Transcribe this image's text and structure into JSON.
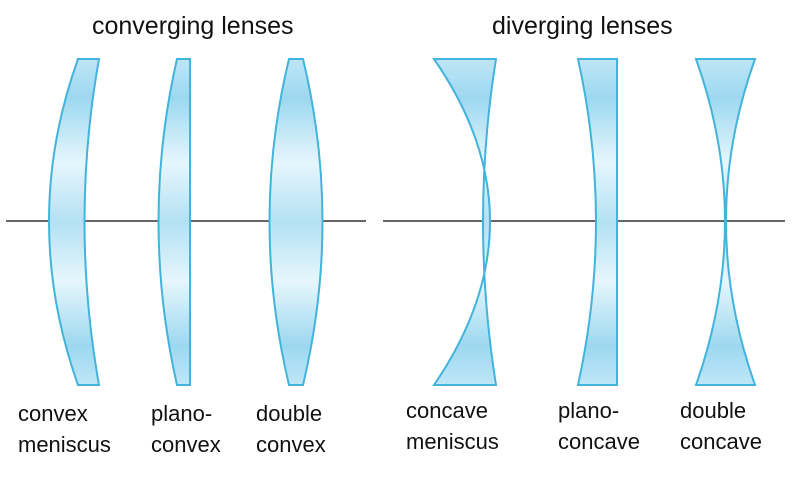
{
  "headings": {
    "converging": "converging lenses",
    "diverging": "diverging lenses"
  },
  "lenses": [
    {
      "line1": "convex",
      "line2": "meniscus"
    },
    {
      "line1": "plano-",
      "line2": "convex"
    },
    {
      "line1": "double",
      "line2": "convex"
    },
    {
      "line1": "concave",
      "line2": "meniscus"
    },
    {
      "line1": "plano-",
      "line2": "concave"
    },
    {
      "line1": "double",
      "line2": "concave"
    }
  ],
  "colors": {
    "lens_edge": "#42b4dc",
    "lens_light": "#e8f6fc",
    "lens_dark": "#8fd2ee",
    "axis": "#333333"
  }
}
